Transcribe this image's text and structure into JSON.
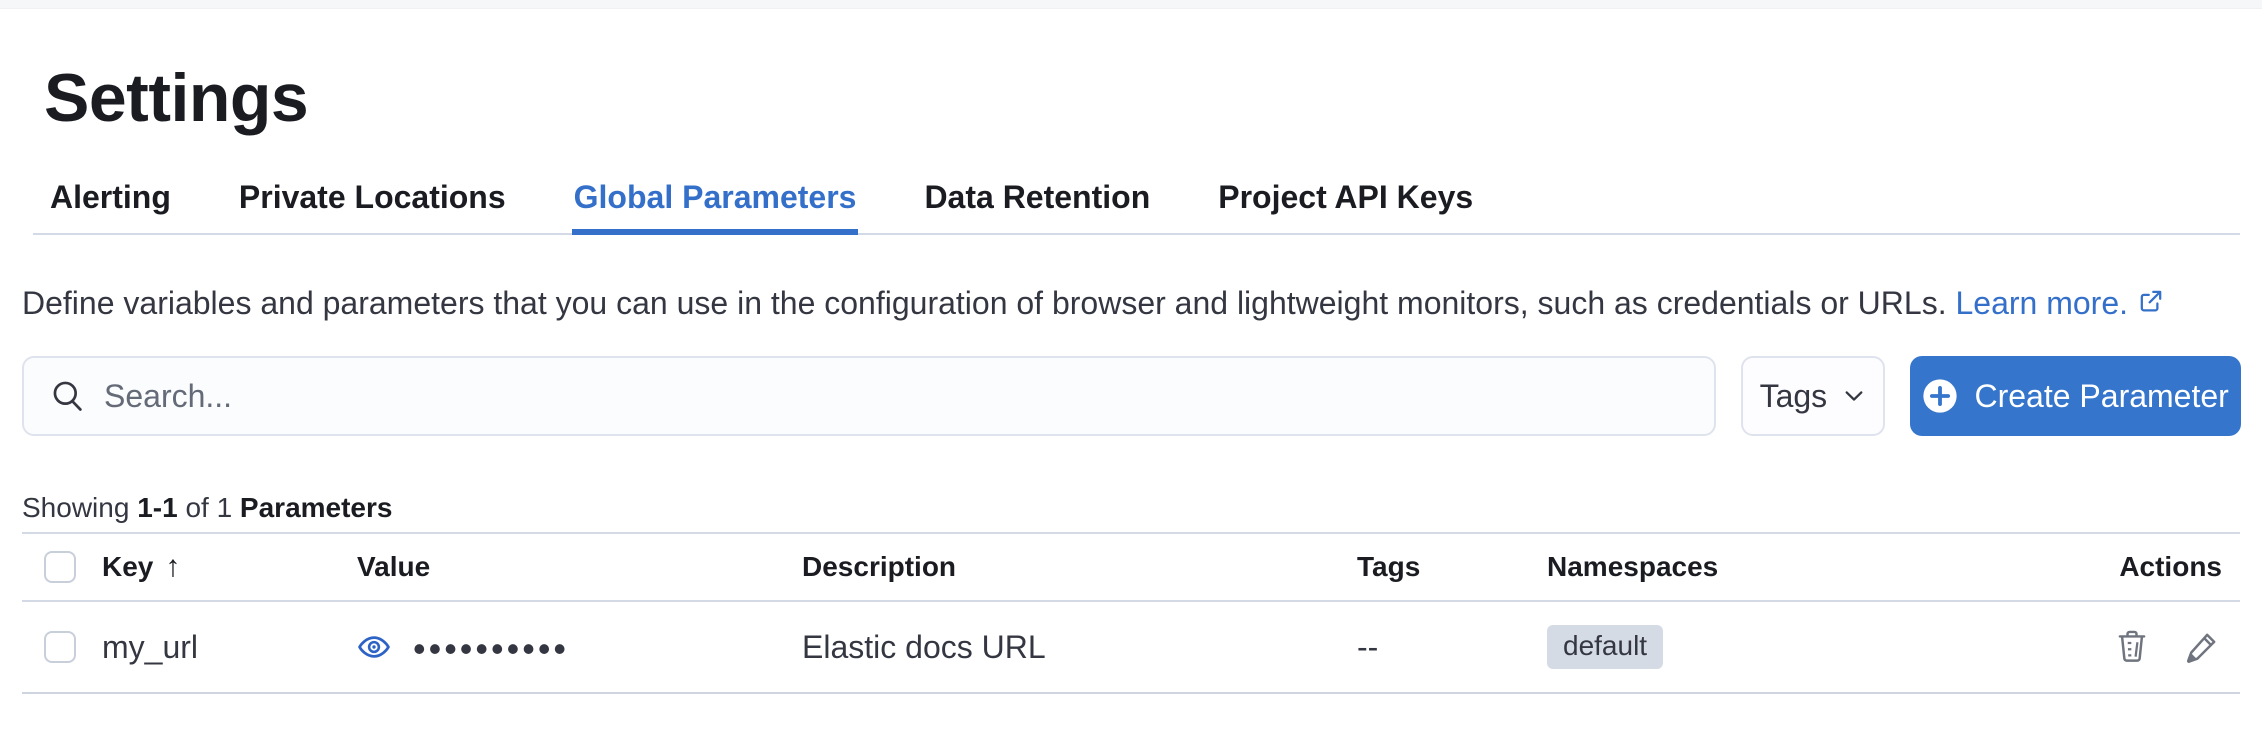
{
  "page": {
    "title": "Settings"
  },
  "tabs": {
    "items": [
      {
        "label": "Alerting",
        "active": false
      },
      {
        "label": "Private Locations",
        "active": false
      },
      {
        "label": "Global Parameters",
        "active": true
      },
      {
        "label": "Data Retention",
        "active": false
      },
      {
        "label": "Project API Keys",
        "active": false
      }
    ]
  },
  "description": {
    "text": "Define variables and parameters that you can use in the configuration of browser and lightweight monitors, such as credentials or URLs.",
    "link_label": "Learn more."
  },
  "toolbar": {
    "search_placeholder": "Search...",
    "tags_button": "Tags",
    "create_button": "Create Parameter"
  },
  "summary": {
    "prefix": "Showing",
    "range": "1-1",
    "infix": "of 1",
    "entity": "Parameters"
  },
  "table": {
    "sort_arrow": "↑",
    "columns": [
      {
        "label": "Key",
        "sorted": "ascending"
      },
      {
        "label": "Value"
      },
      {
        "label": "Description"
      },
      {
        "label": "Tags"
      },
      {
        "label": "Namespaces"
      },
      {
        "label": "Actions"
      }
    ],
    "rows": [
      {
        "key": "my_url",
        "masked_value": "••••••••••",
        "description": "Elastic docs URL",
        "tags": "--",
        "namespace": "default"
      }
    ]
  },
  "colors": {
    "accent": "#3470CA",
    "button_blue": "#3575CB",
    "badge_bg": "#D5DBE5",
    "divider": "#D3DAE6",
    "text": "#343741",
    "heading": "#1A1C21",
    "subdued": "#646A77",
    "icon_gray": "#6F747E",
    "eye_blue": "#2E63C6"
  }
}
